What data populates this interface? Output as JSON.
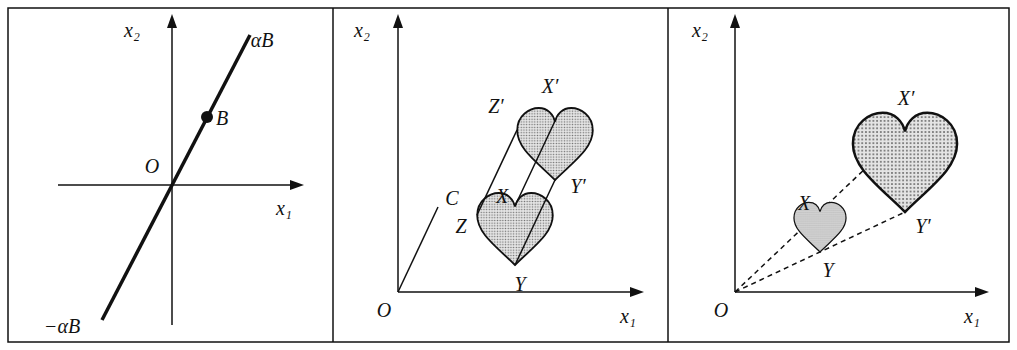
{
  "diagram": {
    "labels": [
      "x₂",
      "αB",
      "B",
      "O",
      "x₁",
      "−αB",
      "x₂",
      "Z′",
      "X′",
      "C",
      "Y′",
      "X",
      "Z",
      "Y",
      "O",
      "x₁",
      "x₂",
      "X′",
      "X",
      "Y′",
      "Y",
      "O",
      "x₁"
    ]
  }
}
